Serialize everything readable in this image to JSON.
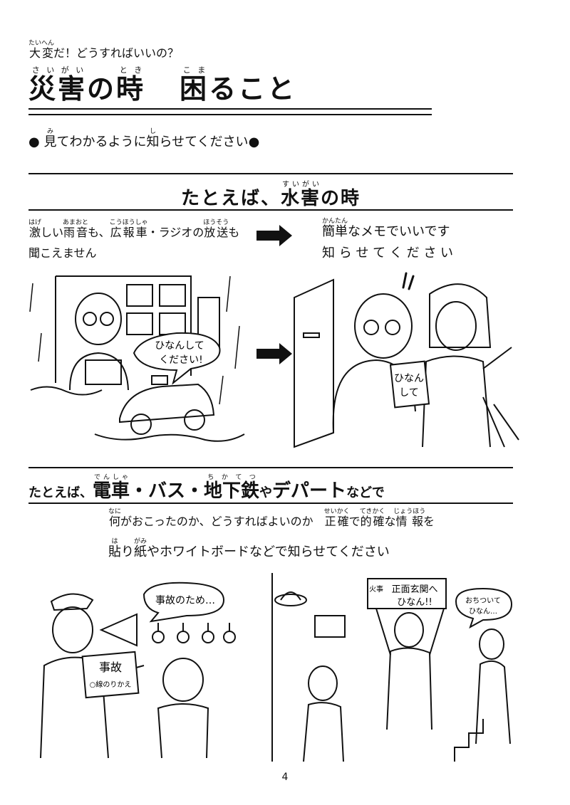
{
  "header": {
    "kicker_ruby_base": "大変",
    "kicker_ruby_reading": "たいへん",
    "kicker_rest": "だ！どうすればいいの？",
    "title_word1": "災害",
    "title_word1_reading": "さいがい",
    "title_mid": "の",
    "title_word2": "時",
    "title_word2_reading": "とき",
    "title_word3": "困",
    "title_word3_reading": "こま",
    "title_end": "ること"
  },
  "lead": {
    "bullet": "●",
    "pre1": "",
    "k1": "見",
    "r1": "み",
    "mid": "てわかるように",
    "k2": "知",
    "r2": "し",
    "post": "らせてください",
    "bullet_end": "●"
  },
  "section1": {
    "pre": "たとえば、",
    "kanji": "水害",
    "reading": "すいがい",
    "mid": "の",
    "end": "時",
    "left_text": {
      "k1": "激",
      "r1": "はげ",
      "t1": "しい",
      "k2": "雨音",
      "r2": "あまおと",
      "t2": "も、",
      "k3": "広報車",
      "r3": "こうほうしゃ",
      "t3": "・ラジオの",
      "k4": "放送",
      "r4": "ほうそう",
      "t4": "も",
      "line2": "聞こえません"
    },
    "right_text": {
      "k1": "簡単",
      "r1": "かんたん",
      "t1": "なメモでいいです",
      "line2": "知 ら せ て く だ さ い"
    },
    "illus": {
      "speech": [
        "ひなんして",
        "ください!"
      ],
      "memo": [
        "ひなん",
        "して"
      ]
    }
  },
  "section2": {
    "pre": "たとえば、",
    "k1": "電車",
    "r1": "でんしゃ",
    "t1": "・バス・",
    "k2": "地下鉄",
    "r2": "ちかてつ",
    "t2": "や",
    "t3": "デパート",
    "t4": "などで",
    "line1": {
      "k1": "何",
      "r1": "なに",
      "t1": "がおこったのか、どうすればよいのか　",
      "k2": "正確",
      "r2": "せいかく",
      "t2": "で",
      "k3": "的確",
      "r3": "てきかく",
      "t3": "な",
      "k4": "情報",
      "r4": "じょうほう",
      "t4": "を"
    },
    "line2": {
      "k1": "貼",
      "r1": "は",
      "t1": "り",
      "k2": "紙",
      "r2": "がみ",
      "t2": "やホワイトボードなどで知らせてください"
    },
    "illus": {
      "bubble": "事故のため…",
      "board_title": "事故",
      "board_sub": "○線のりかえ",
      "sign_side": "火事",
      "sign_main": "正面玄関へ",
      "sign_sub": "ひなん!!",
      "bubble2": [
        "おちついて",
        "ひなん…"
      ]
    }
  },
  "page_number": "4"
}
